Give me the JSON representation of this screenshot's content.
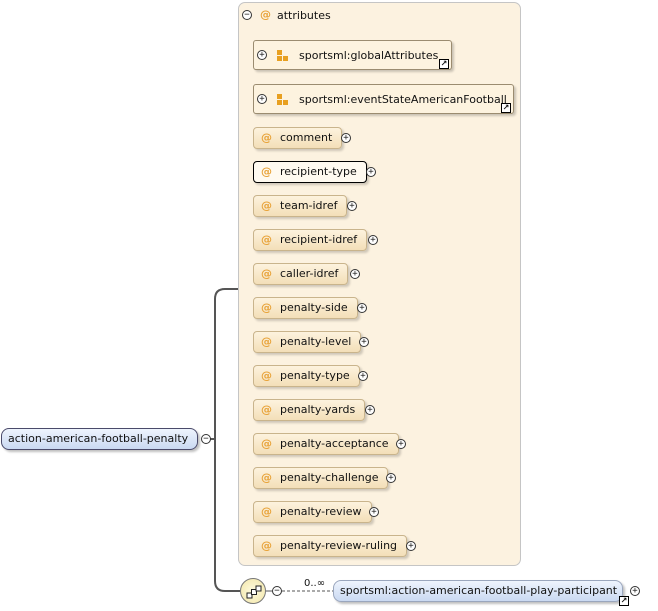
{
  "root_element": {
    "label": "action-american-football-penalty",
    "toggle": "−"
  },
  "attributes_group": {
    "label": "attributes",
    "toggle": "−",
    "attribute_groups": [
      {
        "label": "sportsml:globalAttributes",
        "toggle": "+"
      },
      {
        "label": "sportsml:eventStateAmericanFootball",
        "toggle": "+"
      }
    ],
    "attributes": [
      {
        "name": "comment",
        "toggle": "+"
      },
      {
        "name": "recipient-type",
        "toggle": "+"
      },
      {
        "name": "team-idref",
        "toggle": "+"
      },
      {
        "name": "recipient-idref",
        "toggle": "+"
      },
      {
        "name": "caller-idref",
        "toggle": "+"
      },
      {
        "name": "penalty-side",
        "toggle": "+"
      },
      {
        "name": "penalty-level",
        "toggle": "+"
      },
      {
        "name": "penalty-type",
        "toggle": "+"
      },
      {
        "name": "penalty-yards",
        "toggle": "+"
      },
      {
        "name": "penalty-acceptance",
        "toggle": "+"
      },
      {
        "name": "penalty-challenge",
        "toggle": "+"
      },
      {
        "name": "penalty-review",
        "toggle": "+"
      },
      {
        "name": "penalty-review-ruling",
        "toggle": "+"
      }
    ]
  },
  "sequence": {
    "toggle": "−",
    "occurrence": "0..∞",
    "child_element": {
      "label": "sportsml:action-american-football-play-participant",
      "toggle": "+"
    }
  },
  "symbols": {
    "attribute_marker": "@",
    "reference_arrow": "↗"
  },
  "colors": {
    "element_fill": "#cad9f2",
    "attribute_fill": "#f3dfb8",
    "attribute_marker": "#e8a33a",
    "panel_fill": "#fcf2e0"
  }
}
